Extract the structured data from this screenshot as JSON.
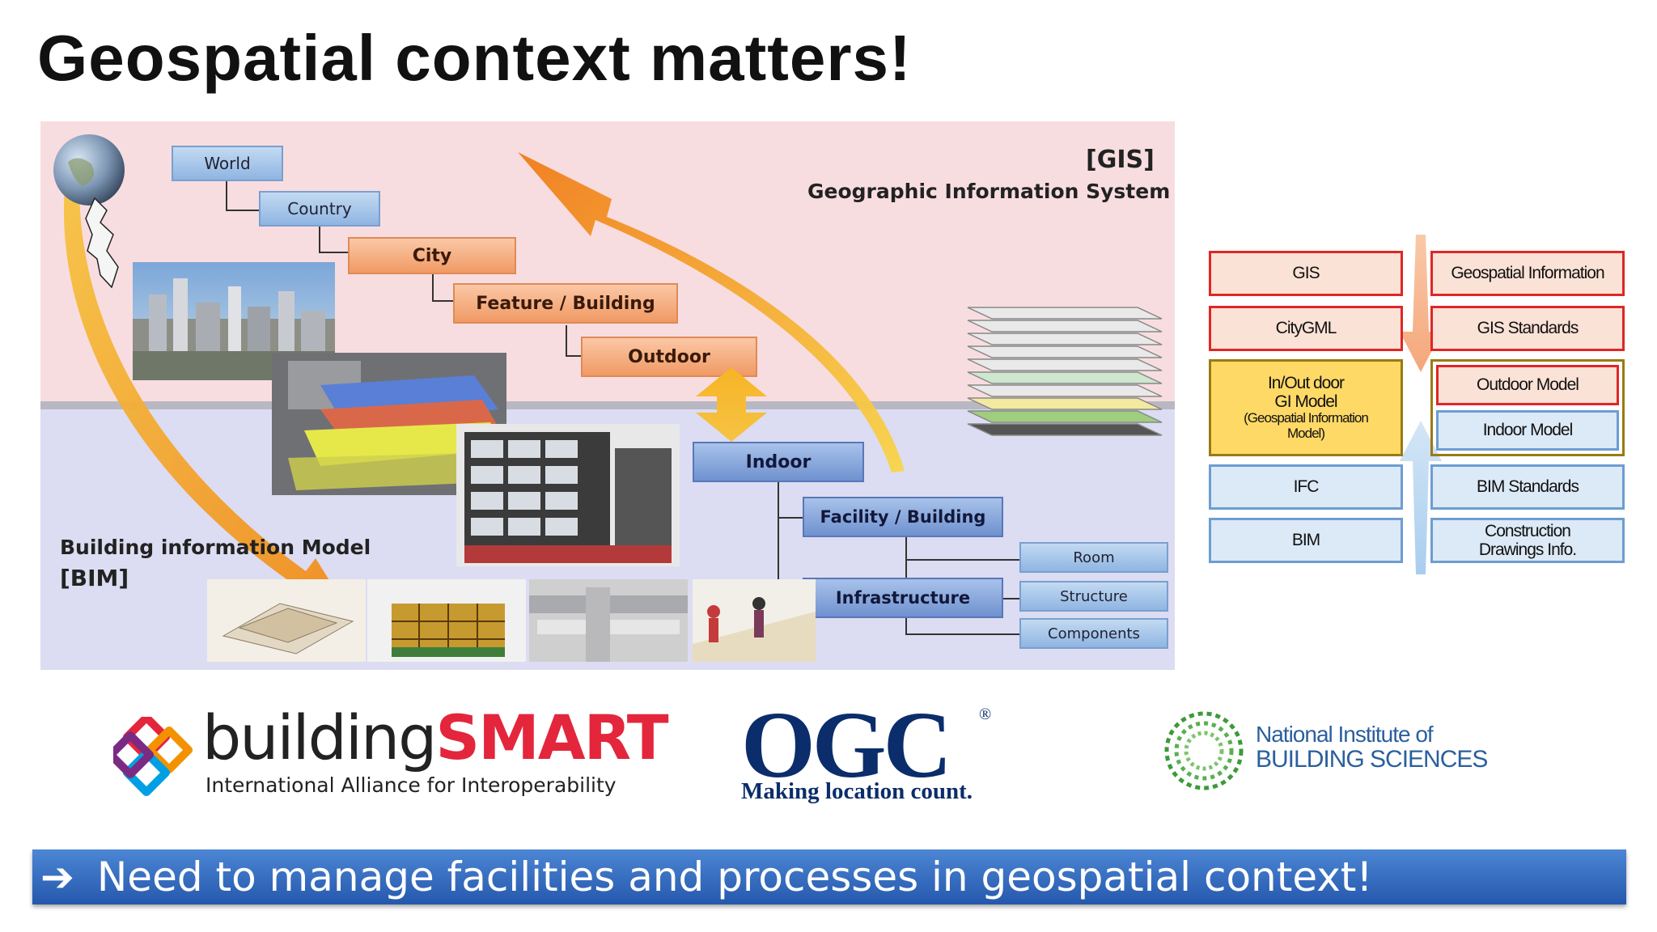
{
  "slide": {
    "title": "Geospatial context matters!"
  },
  "diagram": {
    "gis_tag": "[GIS]",
    "gis_caption": "Geographic Information System",
    "bim_caption": "Building information Model",
    "bim_tag": "[BIM]",
    "hierarchy": {
      "world": "World",
      "country": "Country",
      "city": "City",
      "feature_building": "Feature / Building",
      "outdoor": "Outdoor",
      "indoor": "Indoor",
      "facility_building": "Facility / Building",
      "infrastructure": "Infrastructure",
      "room": "Room",
      "structure": "Structure",
      "components": "Components"
    }
  },
  "mapping_table": {
    "left": {
      "gis": "GIS",
      "citygml": "CityGML",
      "inout_line1": "In/Out door",
      "inout_line2": "GI Model",
      "inout_line3": "(Geospatial Information",
      "inout_line4": "Model)",
      "ifc": "IFC",
      "bim": "BIM"
    },
    "right": {
      "geospatial_information": "Geospatial Information",
      "gis_standards": "GIS Standards",
      "outdoor_model": "Outdoor Model",
      "indoor_model": "Indoor Model",
      "bim_standards": "BIM Standards",
      "construction_line1": "Construction",
      "construction_line2": "Drawings Info."
    }
  },
  "logos": {
    "buildingsmart_word1": "building",
    "buildingsmart_word2": "SMART",
    "buildingsmart_tagline": "International Alliance for Interoperability",
    "ogc_word": "OGC",
    "ogc_reg": "®",
    "ogc_tagline": "Making location count.",
    "nibs_line1": "National Institute of",
    "nibs_line2": "BUILDING SCIENCES"
  },
  "banner": {
    "arrow": "➔",
    "text": "Need to manage facilities and processes in geospatial context!"
  },
  "colors": {
    "gis_zone": "#f8dde0",
    "bim_zone": "#dcdcf2",
    "arrow_orange": "#f5a623",
    "box_red_border": "#e02626",
    "box_gold": "#ffd966",
    "box_gold_border": "#9b7a14",
    "banner_blue": "#2f66bd",
    "ogc_navy": "#0b2d6b",
    "buildingsmart_red": "#e3263c"
  }
}
